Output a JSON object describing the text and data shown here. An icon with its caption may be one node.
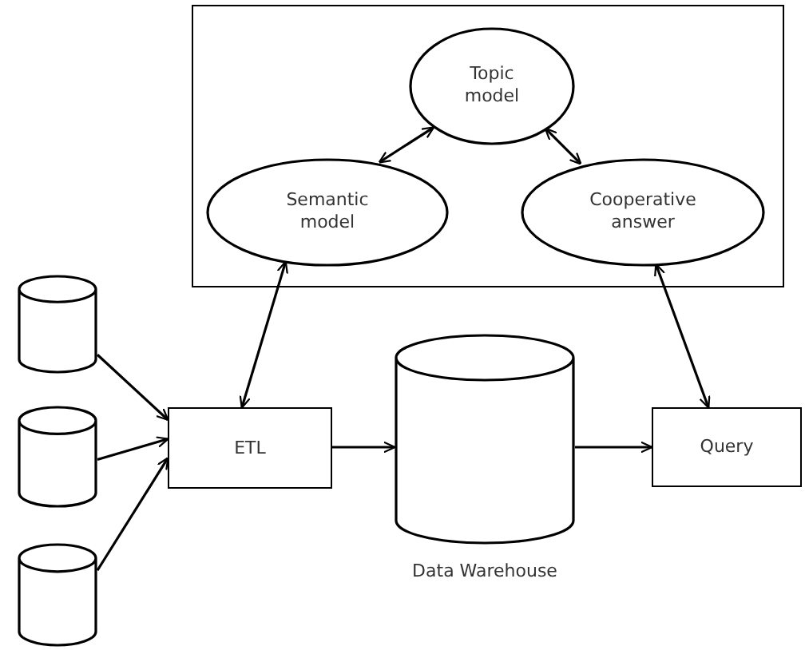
{
  "diagram": {
    "nodes": [
      {
        "text": [],
        "shape": "box"
      },
      {
        "text": [
          "Topic model"
        ],
        "in": 0
      },
      {
        "text": [
          "Semantic model"
        ],
        "in": 0
      },
      {
        "text": [
          "Cooperative answer"
        ],
        "in": 0
      },
      {
        "text": [],
        "shape": "cylinder"
      },
      {
        "text": [],
        "shape": "cylinder"
      },
      {
        "text": [],
        "shape": "cylinder"
      },
      {
        "text": [
          "ETL"
        ]
      },
      {
        "text": [],
        "shape": "cylinder",
        "beside": [
          "Data Warehouse"
        ]
      },
      {
        "text": [
          "Query"
        ]
      }
    ],
    "edges": [
      {
        "from": 1,
        "to": 2,
        "arrow": "both"
      },
      {
        "from": 1,
        "to": 3,
        "arrow": "both"
      },
      {
        "from": 2,
        "to": 7,
        "arrow": "both"
      },
      {
        "from": 3,
        "to": 9,
        "arrow": "both"
      },
      {
        "from": 4,
        "to": 7,
        "arrow": "to"
      },
      {
        "from": 5,
        "to": 7,
        "arrow": "to"
      },
      {
        "from": 6,
        "to": 7,
        "arrow": "to"
      },
      {
        "from": 7,
        "to": 8,
        "arrow": "to"
      },
      {
        "from": 8,
        "to": 9,
        "arrow": "to"
      }
    ]
  }
}
